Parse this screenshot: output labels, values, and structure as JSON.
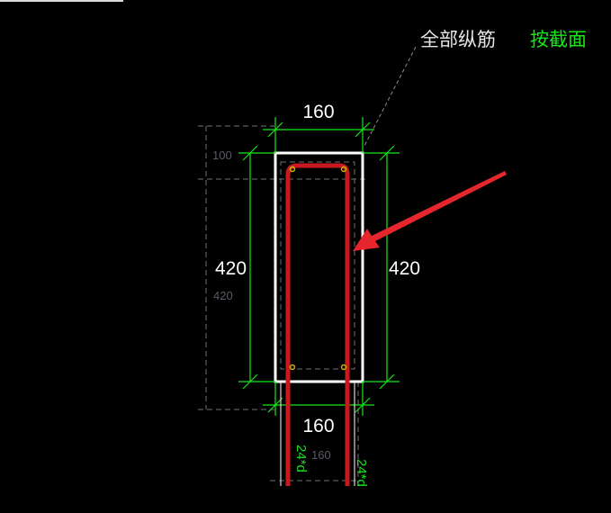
{
  "header": {
    "all_bars_label": "全部纵筋",
    "mode_label": "按截面"
  },
  "dimensions": {
    "top_width": "160",
    "top_hint": "100",
    "left_height": "420",
    "left_height_faint": "420",
    "right_height": "420",
    "bottom_width": "160",
    "bottom_width_faint": "160",
    "anchor_left": "24*d",
    "anchor_right": "24*d"
  },
  "colors": {
    "background": "#000000",
    "outline": "#ffffff",
    "rebar": "#c8191e",
    "dimension": "#19e619",
    "dash": "#6e6e78",
    "arrow": "#e6262d",
    "stirrup_point": "#c8b400"
  }
}
